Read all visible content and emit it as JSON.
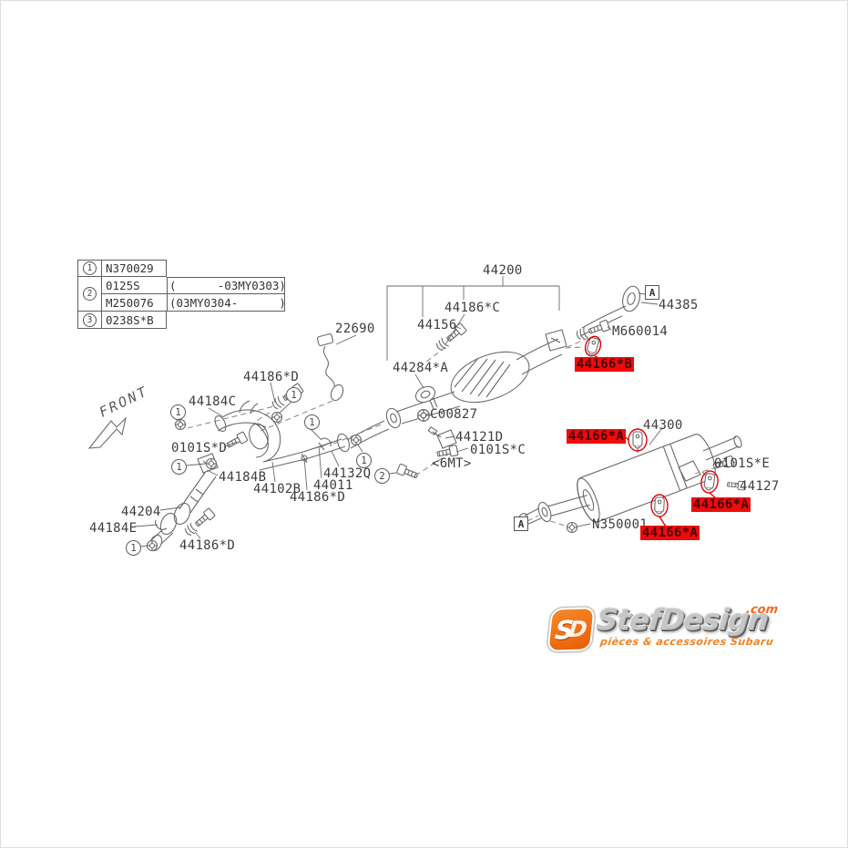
{
  "colors": {
    "line": "#6a6a6a",
    "highlight_red": "#e60000",
    "logo_orange": "#f26822",
    "logo_gray": "#c6c6c6"
  },
  "legend": {
    "rows": [
      {
        "num": "1",
        "code": "N370029",
        "range": ""
      },
      {
        "num": "2",
        "code": "0125S",
        "range": "(      -03MY0303)"
      },
      {
        "num": "2",
        "code": "M250076",
        "range": "(03MY0304-      )"
      },
      {
        "num": "3",
        "code": "0238S*B",
        "range": ""
      }
    ]
  },
  "diagram": {
    "front": "FRONT",
    "marker_a": "A",
    "callout_1": "1",
    "callout_2": "2",
    "labels": {
      "p44200": "44200",
      "p44186C": "44186*C",
      "p44156": "44156",
      "p22690": "22690",
      "p44284A": "44284*A",
      "pM660014": "M660014",
      "p44385": "44385",
      "p44166B": "44166*B",
      "p44166A": "44166*A",
      "p44300": "44300",
      "p0101SE": "0101S*E",
      "p44127": "44127",
      "pN350001": "N350001",
      "p44186D": "44186*D",
      "p44184C": "44184C",
      "p0101SD": "0101S*D",
      "p44184B": "44184B",
      "p44102B": "44102B",
      "p44011": "44011",
      "p44132Q": "44132Q",
      "p44121D": "44121D",
      "p0101SC": "0101S*C",
      "p6MT": "<6MT>",
      "pC00827": "C00827",
      "p44204": "44204",
      "p44184E": "44184E"
    }
  },
  "logo": {
    "monogram_s": "S",
    "monogram_d": "D",
    "name": "StefDesign",
    "tld": ".com",
    "tagline": "pièces & accessoires Subaru"
  }
}
